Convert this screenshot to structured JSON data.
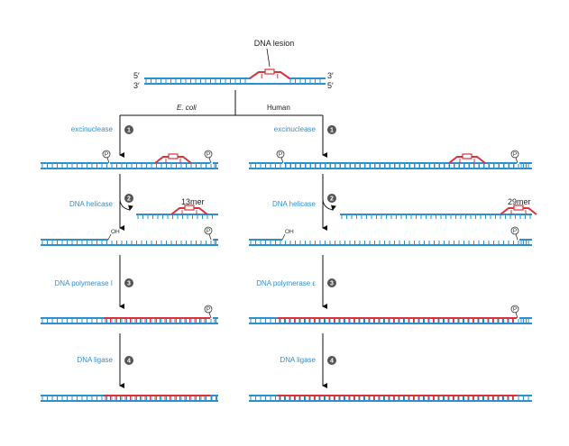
{
  "colors": {
    "dna": "#2b8fd0",
    "lesion": "#d9323a",
    "arrow": "#111111",
    "label": "#2f8fcf",
    "badge": "#555555"
  },
  "top": {
    "lesion_label": "DNA lesion",
    "five_prime_left": "5′",
    "three_prime_left": "3′",
    "three_prime_right": "3′",
    "five_prime_right": "5′"
  },
  "branches": {
    "left_title": "E. coli",
    "right_title": "Human"
  },
  "steps": {
    "left": [
      {
        "num": "1",
        "enzyme": "excinuclease"
      },
      {
        "num": "2",
        "enzyme": "DNA helicase"
      },
      {
        "num": "3",
        "enzyme": "DNA polymerase I"
      },
      {
        "num": "4",
        "enzyme": "DNA ligase"
      }
    ],
    "right": [
      {
        "num": "1",
        "enzyme": "excinuclease"
      },
      {
        "num": "2",
        "enzyme": "DNA helicase"
      },
      {
        "num": "3",
        "enzyme": "DNA polymerase ε"
      },
      {
        "num": "4",
        "enzyme": "DNA ligase"
      }
    ]
  },
  "oligos": {
    "left": "13mer",
    "right": "29mer"
  },
  "marks": {
    "phosphate": "P",
    "hydroxyl": "OH"
  }
}
